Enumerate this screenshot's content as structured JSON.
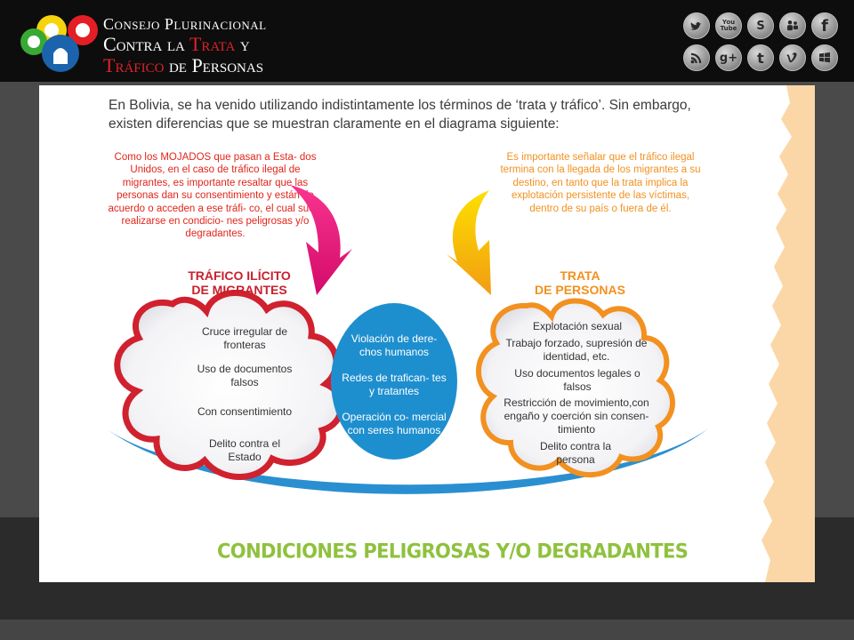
{
  "header": {
    "logo_line1": "Consejo Plurinacional",
    "logo_line2_a": "Contra la ",
    "logo_line2_b": "Trata",
    "logo_line2_c": " y",
    "logo_line3_a": "Tráfico",
    "logo_line3_b": " de Personas",
    "social_icons": [
      "twitter-icon",
      "youtube-icon",
      "skype-icon",
      "myspace-icon",
      "facebook-icon",
      "rss-icon",
      "google-plus-icon",
      "tumblr-icon",
      "vimeo-icon",
      "windows-icon"
    ],
    "youtube_label": "You Tube",
    "skype_label": "S",
    "gplus_label": "g+",
    "facebook_label": "f",
    "tumblr_label": "t"
  },
  "slide": {
    "intro_line1": "En Bolivia, se ha venido utilizando indistintamente los términos de ‘trata y tráfico’. Sin embargo,",
    "intro_line2": "existen diferencias que se muestran claramente en el diagrama siguiente:",
    "note_left": "Como los MOJADOS que pasan a Esta- dos Unidos, en  el caso de tráfico ilegal de migrantes, es importante resaltar que las personas dan su  consentimiento y están de acuerdo o acceden a ese  tráfi- co, el cual suele realizarse en condicio- nes peligrosas y/o degradantes.",
    "note_right": "Es importante señalar que el tráfico ilegal termina con la llegada de los migrantes a su destino, en tanto que la trata implica la explotación persistente de las víctimas, dentro de su país o fuera de él.",
    "left_title_1": "TRÁFICO ILÍCITO",
    "left_title_2": "DE MIGRANTES",
    "right_title_1": "TRATA",
    "right_title_2": "DE PERSONAS",
    "left_items": [
      "Cruce irregular de fronteras",
      "Uso de documentos falsos",
      "Con consentimiento",
      "Delito contra el Estado"
    ],
    "middle_items": [
      "Violación de dere- chos humanos",
      "Redes de trafican- tes y tratantes",
      "Operación co- mercial con seres humanos"
    ],
    "right_items": [
      "Explotación sexual",
      "Trabajo forzado, supresión de identidad, etc.",
      "Uso documentos legales o falsos",
      "Restricción de movimiento,con engaño y coerción sin consen- timiento",
      "Delito contra la persona"
    ],
    "footer": "CONDICIONES PELIGROSAS Y/O DEGRADANTES"
  },
  "colors": {
    "left_accent": "#d0212f",
    "right_accent": "#f29120",
    "middle_circle": "#1e8fce",
    "arc_blue": "#2a8fd0",
    "footer_green": "#8fc13e",
    "torn_edge": "#fbd7a8"
  }
}
